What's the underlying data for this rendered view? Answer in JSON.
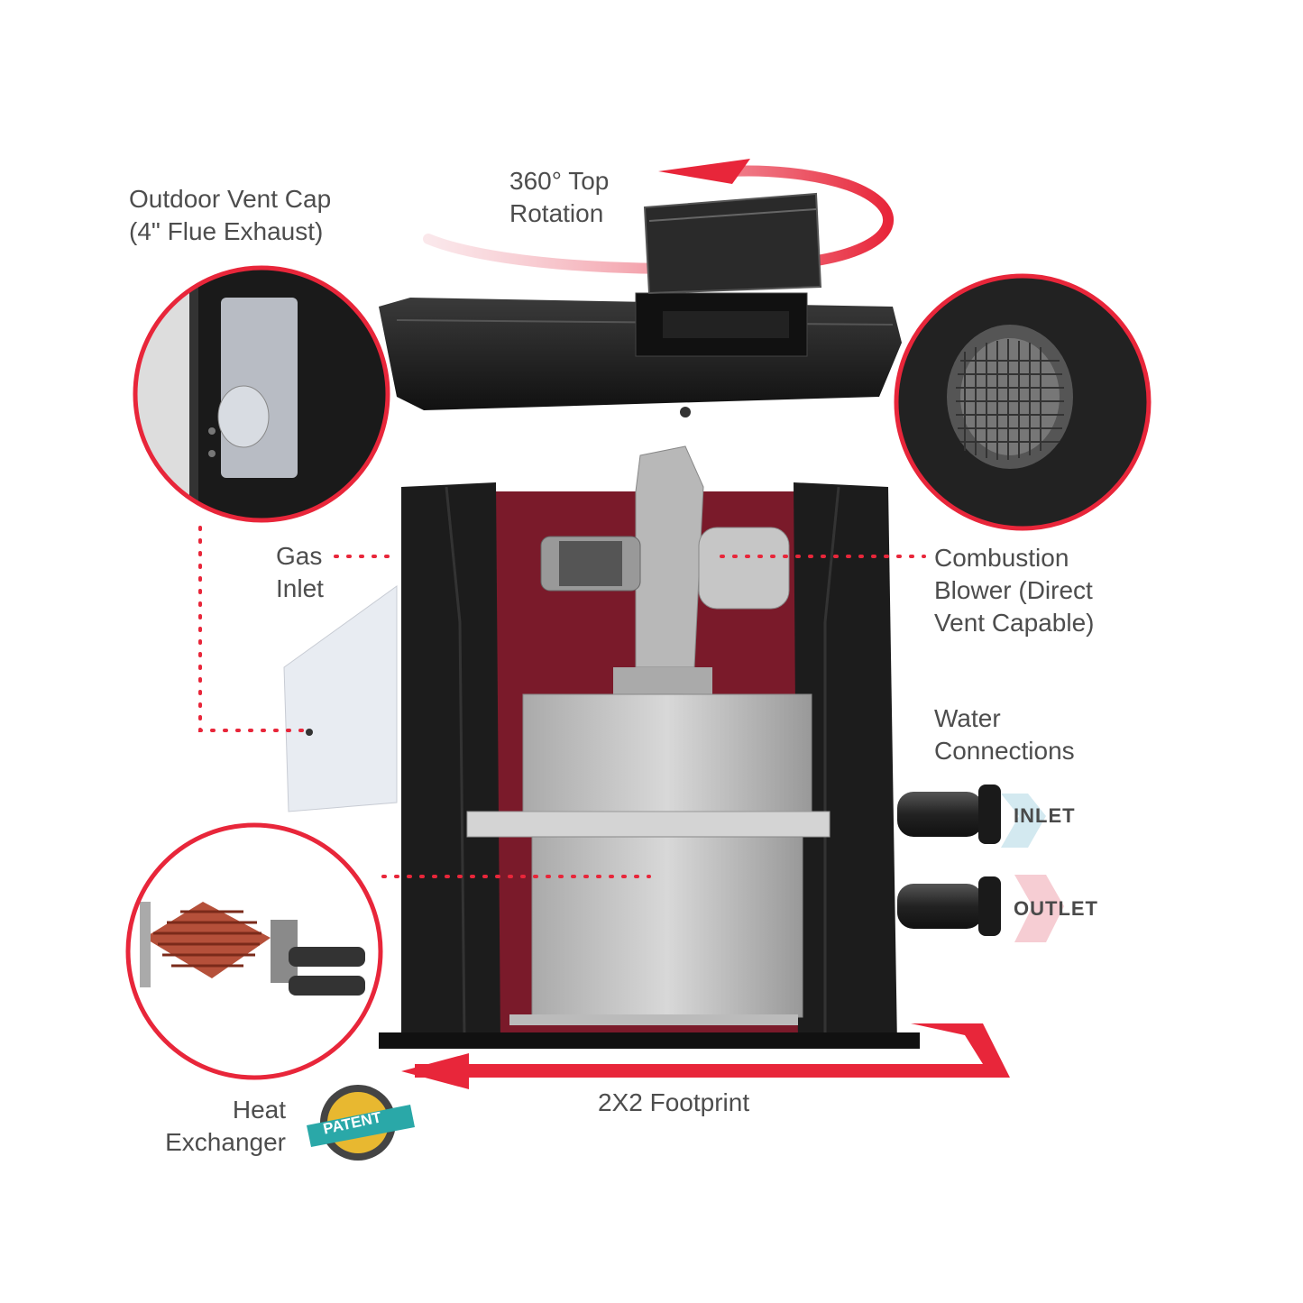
{
  "labels": {
    "vent_cap": [
      "Outdoor Vent Cap",
      "(4\" Flue Exhaust)"
    ],
    "top_rotation": [
      "360° Top",
      "Rotation"
    ],
    "gas_inlet": [
      "Gas",
      "Inlet"
    ],
    "combustion_blower": [
      "Combustion",
      "Blower (Direct",
      "Vent Capable)"
    ],
    "water_connections": [
      "Water",
      "Connections"
    ],
    "inlet": "INLET",
    "outlet": "OUTLET",
    "footprint": "2X2 Footprint",
    "heat_exchanger": [
      "Heat",
      "Exchanger"
    ],
    "patent_badge": "PATENT"
  },
  "colors": {
    "accent_red": "#e8263a",
    "cabinet_black": "#1c1c1c",
    "interior_maroon": "#7a1a2a",
    "steel": "#c9c9c9",
    "patent_teal": "#2aa8a8",
    "patent_gold": "#e8b830"
  }
}
